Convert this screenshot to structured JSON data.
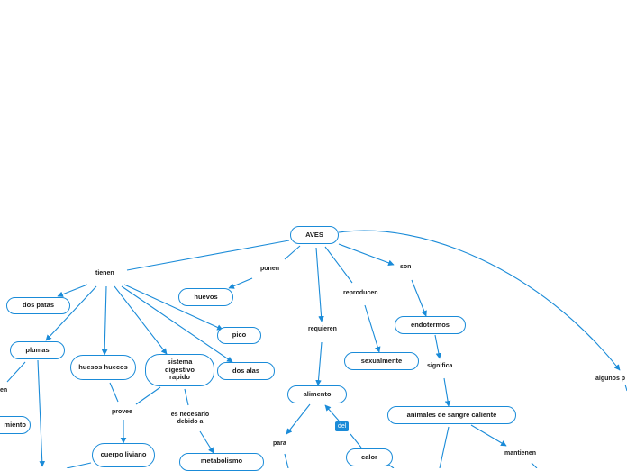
{
  "diagram": {
    "root": "AVES",
    "concepts": {
      "dos_patas": "dos patas",
      "plumas": "plumas",
      "huesos_huecos": "huesos huecos",
      "sistema_digestivo": "sistema digestivo rapido",
      "pico": "pico",
      "dos_alas": "dos alas",
      "huevos": "huevos",
      "cuerpo_liviano": "cuerpo liviano",
      "metabolismo": "metabolismo",
      "alimento": "alimento",
      "sexualmente": "sexualmente",
      "endotermos": "endotermos",
      "animales_sangre": "animales de sangre caliente",
      "calor": "calor",
      "miento": "miento"
    },
    "links": {
      "tienen": "tienen",
      "ponen": "ponen",
      "son": "son",
      "reproducen": "reproducen",
      "requieren": "requieren",
      "significa": "significa",
      "provee": "provee",
      "es_necesario": "es necesario debido a",
      "para": "para",
      "mantienen": "mantienen",
      "algunos": "algunos p",
      "en": "en"
    },
    "tags": {
      "del": "del"
    },
    "colors": {
      "accent": "#1a8bd8",
      "text": "#1b1b1b"
    }
  }
}
